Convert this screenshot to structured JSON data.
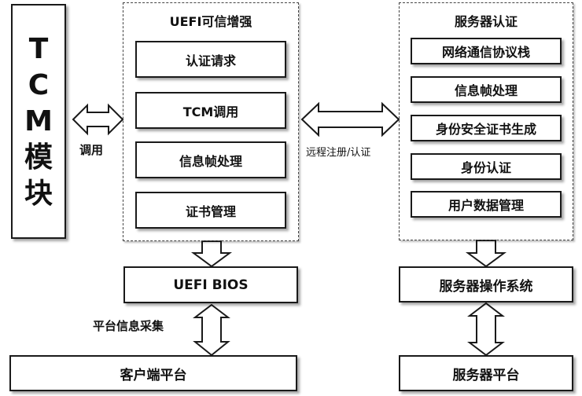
{
  "tcm": {
    "chars": [
      "T",
      "C",
      "M",
      "模",
      "块"
    ]
  },
  "uefi_group": {
    "title": "UEFI可信增强",
    "items": [
      "认证请求",
      "TCM调用",
      "信息帧处理",
      "证书管理"
    ]
  },
  "server_group": {
    "title": "服务器认证",
    "items": [
      "网络通信协议栈",
      "信息帧处理",
      "身份安全证书生成",
      "身份认证",
      "用户数据管理"
    ]
  },
  "client_stack": {
    "bios": "UEFI BIOS",
    "platform": "客户端平台",
    "arrow_label": "平台信息采集"
  },
  "server_stack": {
    "os": "服务器操作系统",
    "platform": "服务器平台"
  },
  "links": {
    "tcm_call": "调用",
    "remote": "远程注册/认证"
  }
}
